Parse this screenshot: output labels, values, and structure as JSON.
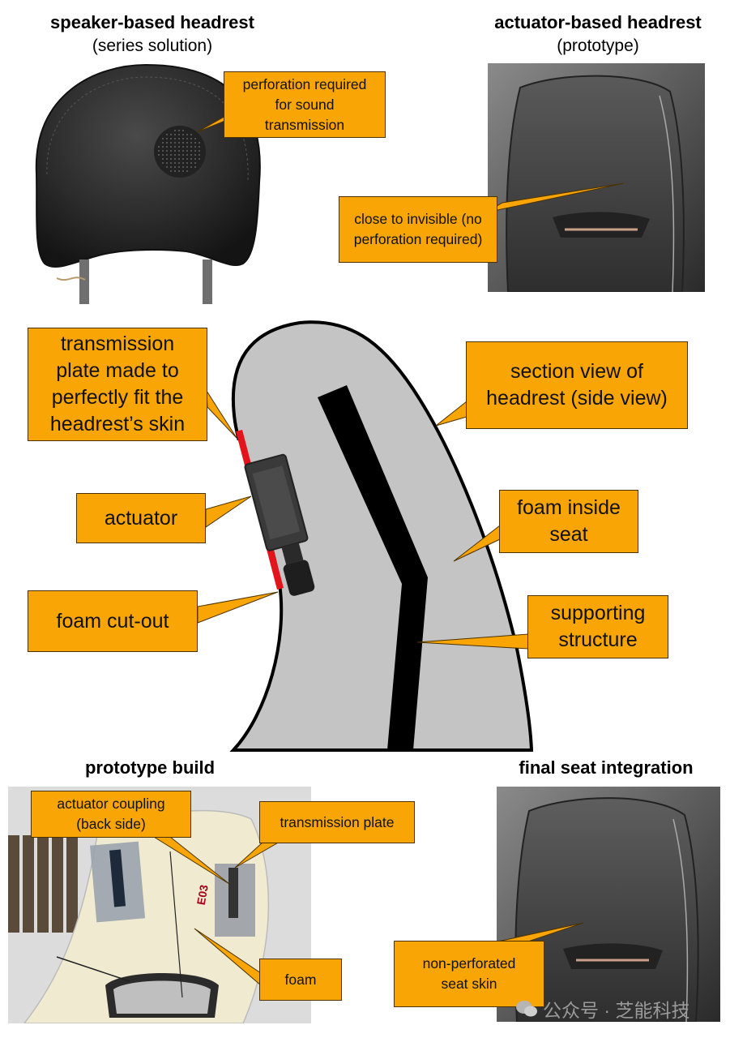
{
  "top_left": {
    "title": "speaker-based headrest",
    "subtitle": "(series solution)"
  },
  "top_right": {
    "title": "actuator-based headrest",
    "subtitle": "(prototype)"
  },
  "bottom_left": {
    "title": "prototype build"
  },
  "bottom_right": {
    "title": "final seat integration"
  },
  "callouts": {
    "perforation": [
      "perforation required",
      "for sound",
      "transmission"
    ],
    "invisible": [
      "close to invisible (no",
      "perforation required)"
    ],
    "transmission_plate_fit": [
      "transmission",
      "plate made to",
      "perfectly fit the",
      "headrest’s skin"
    ],
    "section_view": [
      "section view of",
      "headrest (side view)"
    ],
    "actuator": [
      "actuator"
    ],
    "foam_inside": [
      "foam inside",
      "seat"
    ],
    "foam_cutout": [
      "foam cut-out"
    ],
    "supporting": [
      "supporting",
      "structure"
    ],
    "coupling": [
      "actuator coupling",
      "(back side)"
    ],
    "transmission_plate": [
      "transmission plate"
    ],
    "foam": [
      "foam"
    ],
    "non_perforated": [
      "non-perforated",
      "seat skin"
    ]
  },
  "photo_marking": "E03",
  "watermark": "公众号 · 芝能科技",
  "colors": {
    "callout": "#f8a505",
    "plate": "#e4141c",
    "foam": "#c4c4c4"
  }
}
